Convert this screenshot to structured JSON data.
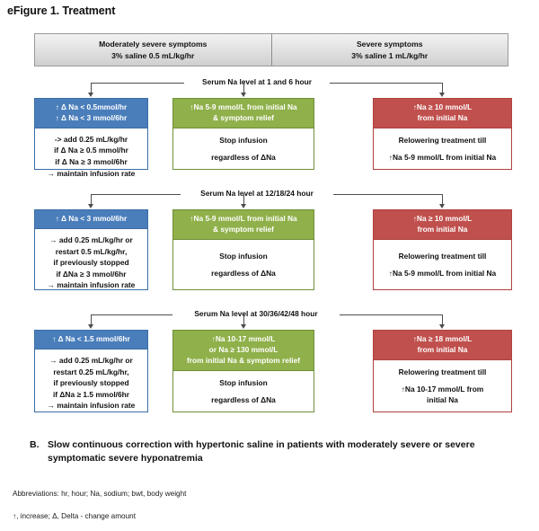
{
  "figure": {
    "title": "eFigure 1. Treatment"
  },
  "header": {
    "cells": [
      {
        "line1": "Moderately severe symptoms",
        "line2": "3% saline 0.5 mL/kg/hr"
      },
      {
        "line1": "Severe symptoms",
        "line2": "3% saline 1 mL/kg/hr"
      }
    ]
  },
  "rows": [
    {
      "rail_label": "Serum Na level at 1 and 6 hour",
      "blue": {
        "head": [
          "↑ Δ Na < 0.5mmol/hr",
          "↑ Δ Na < 3 mmol/6hr"
        ],
        "body": [
          "-> add 0.25 mL/kg/hr",
          "if Δ Na ≥ 0.5 mmol/hr",
          "if Δ Na ≥ 3 mmol/6hr",
          "→ maintain infusion rate"
        ]
      },
      "green": {
        "head": [
          "↑Na 5-9 mmol/L from initial Na",
          "& symptom relief"
        ],
        "body_top": "Stop infusion",
        "body_bottom": "regardless of ΔNa"
      },
      "red": {
        "head": [
          "↑Na ≥ 10 mmol/L",
          "from initial Na"
        ],
        "body_top": "Relowering treatment till",
        "body_bottom": [
          "↑Na 5-9 mmol/L from initial Na"
        ]
      }
    },
    {
      "rail_label": "Serum Na level at 12/18/24 hour",
      "blue": {
        "head": [
          "↑ Δ Na < 3 mmol/6hr"
        ],
        "body": [
          "→ add 0.25 mL/kg/hr or",
          "restart 0.5 mL/kg/hr,",
          "if previously stopped",
          "if ΔNa ≥ 3 mmol/6hr",
          "→ maintain infusion rate"
        ]
      },
      "green": {
        "head": [
          "↑Na 5-9 mmol/L from initial Na",
          "& symptom relief"
        ],
        "body_top": "Stop infusion",
        "body_bottom": "regardless of ΔNa"
      },
      "red": {
        "head": [
          "↑Na ≥ 10 mmol/L",
          "from initial Na"
        ],
        "body_top": "Relowering treatment till",
        "body_bottom": [
          "↑Na 5-9 mmol/L from initial Na"
        ]
      }
    },
    {
      "rail_label": "Serum Na level at 30/36/42/48 hour",
      "blue": {
        "head": [
          "↑ Δ Na < 1.5 mmol/6hr"
        ],
        "body": [
          "→ add 0.25 mL/kg/hr or",
          "restart 0.25 mL/kg/hr,",
          "if previously stopped",
          "if ΔNa ≥ 1.5 mmol/6hr",
          "→ maintain infusion rate"
        ]
      },
      "green": {
        "head": [
          "↑Na 10-17 mmol/L",
          "or Na ≥ 130 mmol/L",
          "from initial Na & symptom relief"
        ],
        "body_top": "Stop infusion",
        "body_bottom": "regardless of ΔNa"
      },
      "red": {
        "head": [
          "↑Na ≥ 18 mmol/L",
          "from initial Na"
        ],
        "body_top": "Relowering treatment till",
        "body_bottom": [
          "↑Na 10-17 mmol/L from",
          "initial Na"
        ]
      }
    }
  ],
  "caption": {
    "letter": "B.",
    "text": "Slow continuous correction with hypertonic saline in patients with moderately severe or severe symptomatic severe hyponatremia"
  },
  "notes": {
    "abbreviations": "Abbreviations: hr, hour; Na, sodium; bwt, body weight",
    "symbols": "↑, increase; Δ, Delta - change amount"
  },
  "colors": {
    "blue": "#4a7ebb",
    "green": "#8fb04a",
    "red": "#c0504d",
    "header_bar": "#e3e3e3",
    "connector": "#4d4d4d"
  }
}
